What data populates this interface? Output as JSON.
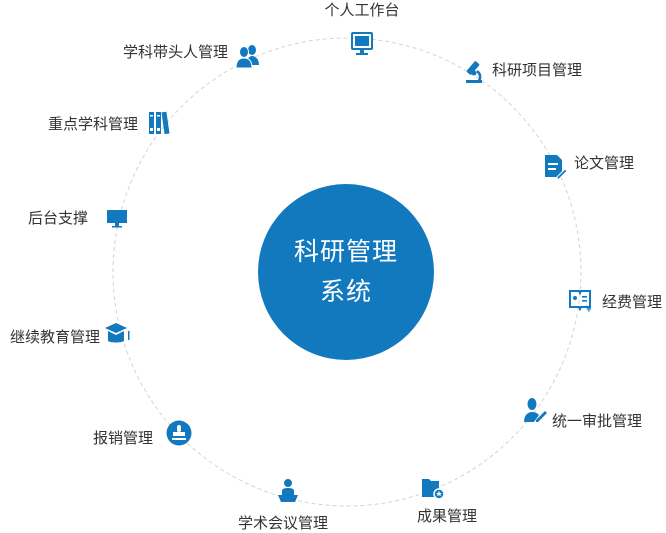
{
  "center": {
    "line1": "科研管理",
    "line2": "系统"
  },
  "accent_color": "#1279bf",
  "modules": [
    {
      "label": "个人工作台",
      "icon": "monitor-icon"
    },
    {
      "label": "科研项目管理",
      "icon": "microscope-icon"
    },
    {
      "label": "论文管理",
      "icon": "document-edit-icon"
    },
    {
      "label": "经费管理",
      "icon": "finance-book-icon"
    },
    {
      "label": "统一审批管理",
      "icon": "user-pencil-icon"
    },
    {
      "label": "成果管理",
      "icon": "folder-star-icon"
    },
    {
      "label": "学术会议管理",
      "icon": "speaker-podium-icon"
    },
    {
      "label": "报销管理",
      "icon": "stamp-icon"
    },
    {
      "label": "继续教育管理",
      "icon": "graduation-cap-icon"
    },
    {
      "label": "后台支撑",
      "icon": "display-icon"
    },
    {
      "label": "重点学科管理",
      "icon": "binders-icon"
    },
    {
      "label": "学科带头人管理",
      "icon": "users-icon"
    }
  ]
}
